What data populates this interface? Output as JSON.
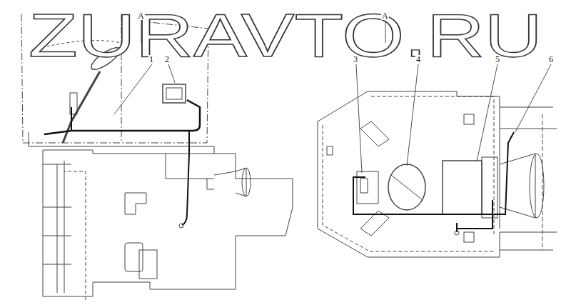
{
  "diagram": {
    "labels": [
      "ZURAVTO.RU",
      "A",
      "A",
      "1",
      "2",
      "3",
      "4",
      "5",
      "6"
    ]
  }
}
